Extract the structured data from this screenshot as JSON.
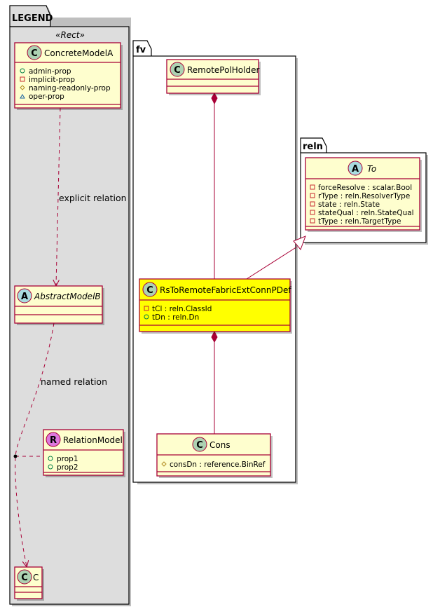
{
  "packages": {
    "legend": {
      "title": "LEGEND",
      "stereotype": "«Rect»"
    },
    "fv": {
      "title": "fv"
    },
    "reln": {
      "title": "reln"
    }
  },
  "classes": {
    "concrete_model_a": {
      "kind_letter": "C",
      "name": "ConcreteModelA",
      "attributes": [
        {
          "visibility": "+",
          "text": "admin-prop"
        },
        {
          "visibility": "-",
          "text": "implicit-prop"
        },
        {
          "visibility": "#",
          "text": "naming-readonly-prop"
        },
        {
          "visibility": "~",
          "text": "oper-prop"
        }
      ]
    },
    "abstract_model_b": {
      "kind_letter": "A",
      "name": "AbstractModelB"
    },
    "relation_model": {
      "kind_letter": "R",
      "name": "RelationModel",
      "attributes": [
        {
          "visibility": "+",
          "text": "prop1"
        },
        {
          "visibility": "+",
          "text": "prop2"
        }
      ]
    },
    "c": {
      "kind_letter": "C",
      "name": "C"
    },
    "remote_pol_holder": {
      "kind_letter": "C",
      "name": "RemotePolHolder"
    },
    "rs_to_remote": {
      "kind_letter": "C",
      "name": "RsToRemoteFabricExtConnPDef",
      "attributes": [
        {
          "visibility": "-",
          "text": "tCl : reln.ClassId"
        },
        {
          "visibility": "+",
          "text": "tDn : reln.Dn"
        }
      ]
    },
    "cons": {
      "kind_letter": "C",
      "name": "Cons",
      "attributes": [
        {
          "visibility": "#",
          "text": "consDn : reference.BinRef"
        }
      ]
    },
    "to": {
      "kind_letter": "A",
      "name": "To",
      "attributes": [
        {
          "visibility": "-",
          "text": "forceResolve : scalar.Bool"
        },
        {
          "visibility": "-",
          "text": "rType : reln.ResolverType"
        },
        {
          "visibility": "-",
          "text": "state : reln.State"
        },
        {
          "visibility": "-",
          "text": "stateQual : reln.StateQual"
        },
        {
          "visibility": "-",
          "text": "tType : reln.TargetType"
        }
      ]
    }
  },
  "edges": {
    "explicit_relation": "explicit relation",
    "named_relation": "named relation"
  },
  "colors": {
    "class_fill": "#FEFECE",
    "highlight_fill": "#FFFF00",
    "border": "#A80036",
    "legend_fill": "#DDDDDD",
    "circle_c": "#ADD1B2",
    "circle_a": "#A9DCDF",
    "circle_r": "#DD77DD"
  }
}
